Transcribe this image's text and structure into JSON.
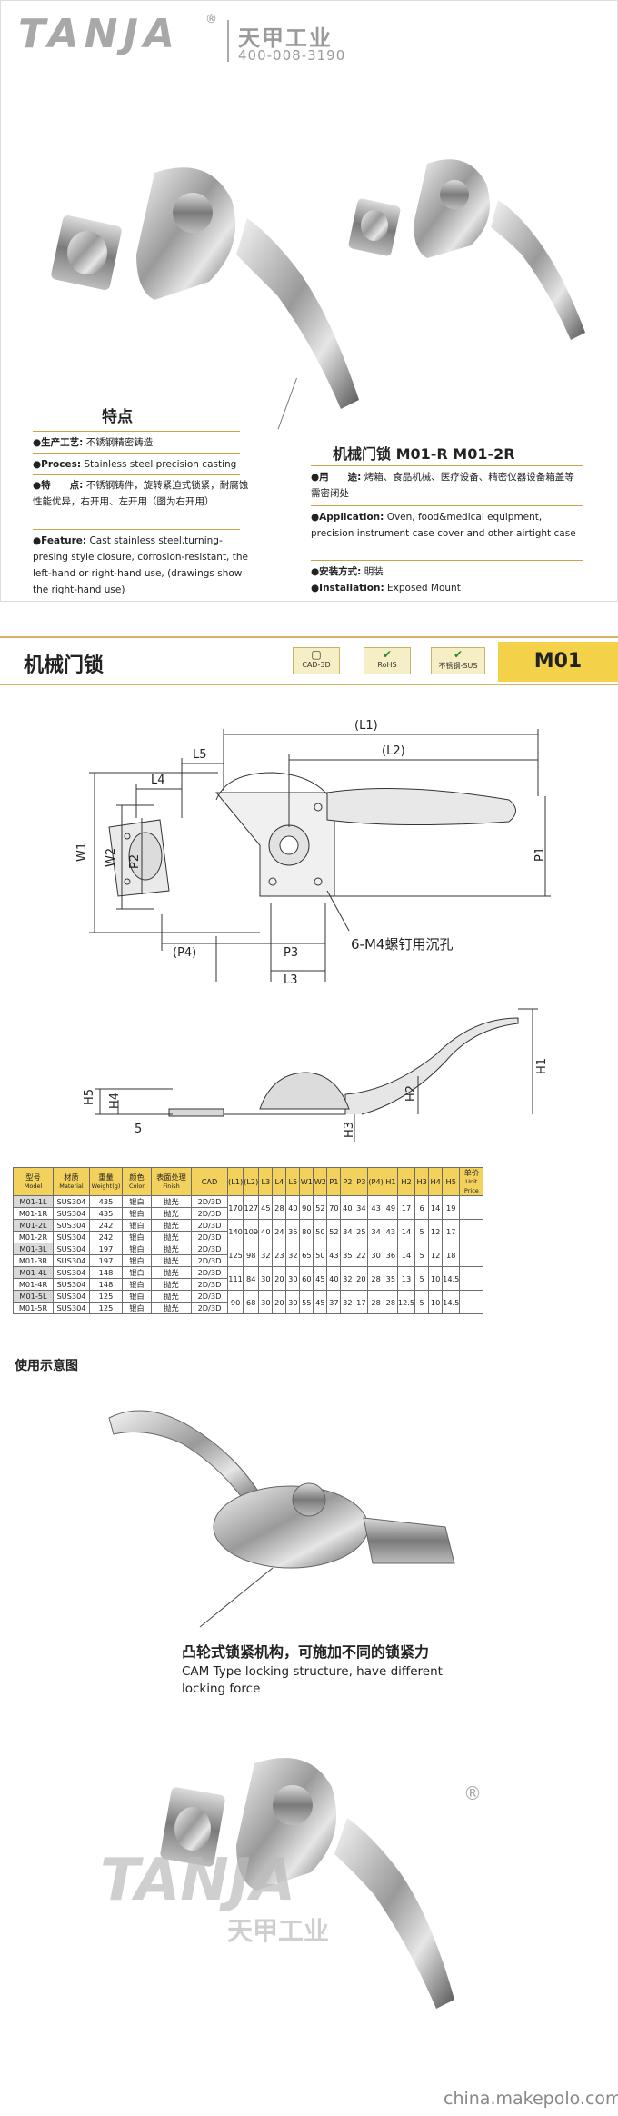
{
  "brand": {
    "logo": "TANJA",
    "registered": "®",
    "company_cn": "天甲工业",
    "phone": "400-008-3190"
  },
  "features": {
    "title": "特点",
    "rows": [
      {
        "label": "●生产工艺:",
        "text": "不锈钢精密铸造"
      },
      {
        "label": "●Proces:",
        "text": "Stainless steel precision casting"
      },
      {
        "label": "●特　　点:",
        "text": "不锈钢铸件，旋转紧迫式锁紧，耐腐蚀性能优异，右开用、左开用（图为右开用）"
      },
      {
        "label": "●Feature:",
        "text": "Cast stainless steel,turning-presing style closure, corrosion-resistant, the left-hand or right-hand use, (drawings show the right-hand use)"
      }
    ]
  },
  "product": {
    "title": "机械门锁  M01-R  M01-2R",
    "rows": [
      {
        "label": "●用　　途:",
        "text": "烤箱、食品机械、医疗设备、精密仪器设备箱盖等需密闭处"
      },
      {
        "label": "●Application:",
        "text": "Oven, food&medical equipment, precision instrument case cover and other airtight case"
      },
      {
        "label": "●安装方式:",
        "text": "明装"
      },
      {
        "label": "●Installation:",
        "text": "Exposed Mount"
      }
    ]
  },
  "section2": {
    "title": "机械门锁",
    "code": "M01",
    "badges": [
      "CAD-3D",
      "RoHS",
      "不锈钢-SUS"
    ]
  },
  "drawing": {
    "labels": {
      "L1": "(L1)",
      "L2": "(L2)",
      "L3": "L3",
      "L4": "L4",
      "L5": "L5",
      "W1": "W1",
      "W2": "W2",
      "P1": "P1",
      "P2": "P2",
      "P3": "P3",
      "P4": "(P4)",
      "H1": "H1",
      "H2": "H2",
      "H3": "H3",
      "H4": "H4",
      "H5": "H5",
      "five": "5",
      "screw": "6-M4螺钉用沉孔"
    }
  },
  "table": {
    "headers": [
      {
        "cn": "型号",
        "en": "Model"
      },
      {
        "cn": "材质",
        "en": "Material"
      },
      {
        "cn": "重量",
        "en": "Weight(g)"
      },
      {
        "cn": "颜色",
        "en": "Color"
      },
      {
        "cn": "表面处理",
        "en": "Finish"
      },
      {
        "cn": "CAD",
        "en": ""
      },
      {
        "cn": "(L1)",
        "en": ""
      },
      {
        "cn": "(L2)",
        "en": ""
      },
      {
        "cn": "L3",
        "en": ""
      },
      {
        "cn": "L4",
        "en": ""
      },
      {
        "cn": "L5",
        "en": ""
      },
      {
        "cn": "W1",
        "en": ""
      },
      {
        "cn": "W2",
        "en": ""
      },
      {
        "cn": "P1",
        "en": ""
      },
      {
        "cn": "P2",
        "en": ""
      },
      {
        "cn": "P3",
        "en": ""
      },
      {
        "cn": "(P4)",
        "en": ""
      },
      {
        "cn": "H1",
        "en": ""
      },
      {
        "cn": "H2",
        "en": ""
      },
      {
        "cn": "H3",
        "en": ""
      },
      {
        "cn": "H4",
        "en": ""
      },
      {
        "cn": "H5",
        "en": ""
      },
      {
        "cn": "单价",
        "en": "Unit Price"
      }
    ],
    "rows": [
      [
        "M01-1L",
        "SUS304",
        "435",
        "银白",
        "抛光",
        "2D/3D"
      ],
      [
        "M01-1R",
        "SUS304",
        "435",
        "银白",
        "抛光",
        "2D/3D"
      ],
      [
        "M01-2L",
        "SUS304",
        "242",
        "银白",
        "抛光",
        "2D/3D"
      ],
      [
        "M01-2R",
        "SUS304",
        "242",
        "银白",
        "抛光",
        "2D/3D"
      ],
      [
        "M01-3L",
        "SUS304",
        "197",
        "银白",
        "抛光",
        "2D/3D"
      ],
      [
        "M01-3R",
        "SUS304",
        "197",
        "银白",
        "抛光",
        "2D/3D"
      ],
      [
        "M01-4L",
        "SUS304",
        "148",
        "银白",
        "抛光",
        "2D/3D"
      ],
      [
        "M01-4R",
        "SUS304",
        "148",
        "银白",
        "抛光",
        "2D/3D"
      ],
      [
        "M01-5L",
        "SUS304",
        "125",
        "银白",
        "抛光",
        "2D/3D"
      ],
      [
        "M01-5R",
        "SUS304",
        "125",
        "银白",
        "抛光",
        "2D/3D"
      ]
    ],
    "dims": [
      [
        "170",
        "127",
        "45",
        "28",
        "40",
        "90",
        "52",
        "70",
        "40",
        "34",
        "43",
        "49",
        "17",
        "6",
        "14",
        "19"
      ],
      [
        "140",
        "109",
        "40",
        "24",
        "35",
        "80",
        "50",
        "52",
        "34",
        "25",
        "34",
        "43",
        "14",
        "5",
        "12",
        "17"
      ],
      [
        "125",
        "98",
        "32",
        "23",
        "32",
        "65",
        "50",
        "43",
        "35",
        "22",
        "30",
        "36",
        "14",
        "5",
        "12",
        "18"
      ],
      [
        "111",
        "84",
        "30",
        "20",
        "30",
        "60",
        "45",
        "40",
        "32",
        "20",
        "28",
        "35",
        "13",
        "5",
        "10",
        "14.5"
      ],
      [
        "90",
        "68",
        "30",
        "20",
        "30",
        "55",
        "45",
        "37",
        "32",
        "17",
        "28",
        "28",
        "12.5",
        "5",
        "10",
        "14.5"
      ]
    ]
  },
  "usage": {
    "title": "使用示意图",
    "cam_cn": "凸轮式锁紧机构，可施加不同的锁紧力",
    "cam_en_1": "CAM Type locking structure, have different",
    "cam_en_2": "locking force"
  },
  "watermark": "china.makepolo.com",
  "colors": {
    "accent_gold": "#d4b45e",
    "code_yellow": "#f3d24a",
    "table_header": "#f2d15c"
  }
}
